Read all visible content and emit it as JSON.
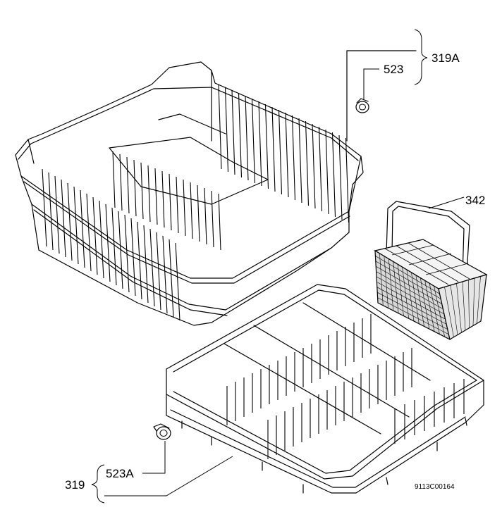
{
  "labels": {
    "upper_basket_kit": "319A",
    "upper_wheel": "523",
    "cutlery_basket": "342",
    "lower_basket_kit": "319",
    "lower_wheel": "523A",
    "drawing_code": "9113C00164"
  }
}
